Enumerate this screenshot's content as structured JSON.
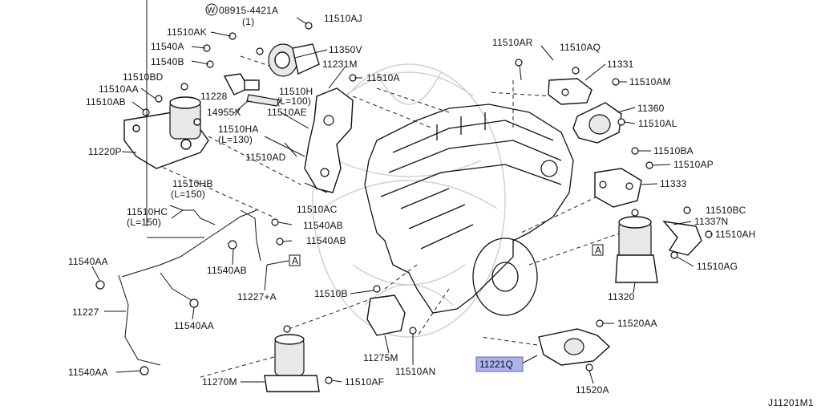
{
  "diagram": {
    "code": "J11201M1",
    "highlighted_label": "11221Q",
    "labels": [
      {
        "id": "lbl-08915-4421a",
        "text": "08915-4421A"
      },
      {
        "id": "lbl-qty-1",
        "text": "(1)"
      },
      {
        "id": "lbl-11510aj",
        "text": "11510AJ"
      },
      {
        "id": "lbl-11510ak",
        "text": "11510AK"
      },
      {
        "id": "lbl-11350v",
        "text": "11350V"
      },
      {
        "id": "lbl-11540a",
        "text": "11540A"
      },
      {
        "id": "lbl-11540b",
        "text": "11540B"
      },
      {
        "id": "lbl-11231m",
        "text": "11231M"
      },
      {
        "id": "lbl-11510bd",
        "text": "11510BD"
      },
      {
        "id": "lbl-11510a",
        "text": "11510A"
      },
      {
        "id": "lbl-11510aa-top",
        "text": "11510AA"
      },
      {
        "id": "lbl-11228",
        "text": "11228"
      },
      {
        "id": "lbl-11510h",
        "text": "11510H"
      },
      {
        "id": "lbl-11510h-len",
        "text": "(L=100)"
      },
      {
        "id": "lbl-11510ab",
        "text": "11510AB"
      },
      {
        "id": "lbl-14955x",
        "text": "14955X"
      },
      {
        "id": "lbl-11510ae",
        "text": "11510AE"
      },
      {
        "id": "lbl-11510ha",
        "text": "11510HA"
      },
      {
        "id": "lbl-11510ha-len",
        "text": "(L=130)"
      },
      {
        "id": "lbl-11220p",
        "text": "11220P"
      },
      {
        "id": "lbl-11510ad",
        "text": "11510AD"
      },
      {
        "id": "lbl-11510ar",
        "text": "11510AR"
      },
      {
        "id": "lbl-11510aq",
        "text": "11510AQ"
      },
      {
        "id": "lbl-11331",
        "text": "11331"
      },
      {
        "id": "lbl-11510am",
        "text": "11510AM"
      },
      {
        "id": "lbl-11360",
        "text": "11360"
      },
      {
        "id": "lbl-11510al",
        "text": "11510AL"
      },
      {
        "id": "lbl-11510ba",
        "text": "11510BA"
      },
      {
        "id": "lbl-11510ap",
        "text": "11510AP"
      },
      {
        "id": "lbl-11333",
        "text": "11333"
      },
      {
        "id": "lbl-11510hb",
        "text": "11510HB"
      },
      {
        "id": "lbl-11510hb-len",
        "text": "(L=150)"
      },
      {
        "id": "lbl-11510hc",
        "text": "11510HC"
      },
      {
        "id": "lbl-11510hc-len",
        "text": "(L=150)"
      },
      {
        "id": "lbl-11510ac",
        "text": "11510AC"
      },
      {
        "id": "lbl-11540ab-1",
        "text": "11540AB"
      },
      {
        "id": "lbl-11540ab-2",
        "text": "11540AB"
      },
      {
        "id": "lbl-11540ab-3",
        "text": "11540AB"
      },
      {
        "id": "lbl-11510bc",
        "text": "11510BC"
      },
      {
        "id": "lbl-11337n",
        "text": "11337N"
      },
      {
        "id": "lbl-11510ah",
        "text": "11510AH"
      },
      {
        "id": "lbl-11510ag",
        "text": "11510AG"
      },
      {
        "id": "lbl-11540aa-1",
        "text": "11540AA"
      },
      {
        "id": "lbl-11227a",
        "text": "11227+A"
      },
      {
        "id": "lbl-11227",
        "text": "11227"
      },
      {
        "id": "lbl-11510b",
        "text": "11510B"
      },
      {
        "id": "lbl-11320",
        "text": "11320"
      },
      {
        "id": "lbl-11540aa-2",
        "text": "11540AA"
      },
      {
        "id": "lbl-11520aa",
        "text": "11520AA"
      },
      {
        "id": "lbl-11275m",
        "text": "11275M"
      },
      {
        "id": "lbl-11510an",
        "text": "11510AN"
      },
      {
        "id": "lbl-11540aa-3",
        "text": "11540AA"
      },
      {
        "id": "lbl-11270m",
        "text": "11270M"
      },
      {
        "id": "lbl-11510af",
        "text": "11510AF"
      },
      {
        "id": "lbl-11520a",
        "text": "11520A"
      }
    ],
    "ref_markers": [
      {
        "id": "ref-a-left",
        "text": "A"
      },
      {
        "id": "ref-a-right",
        "text": "A"
      }
    ],
    "symbols": {
      "w_circle": "W"
    },
    "colors": {
      "highlight_fill": "#aeb3e3",
      "highlight_stroke": "#5b62b8",
      "line": "#111111"
    }
  }
}
